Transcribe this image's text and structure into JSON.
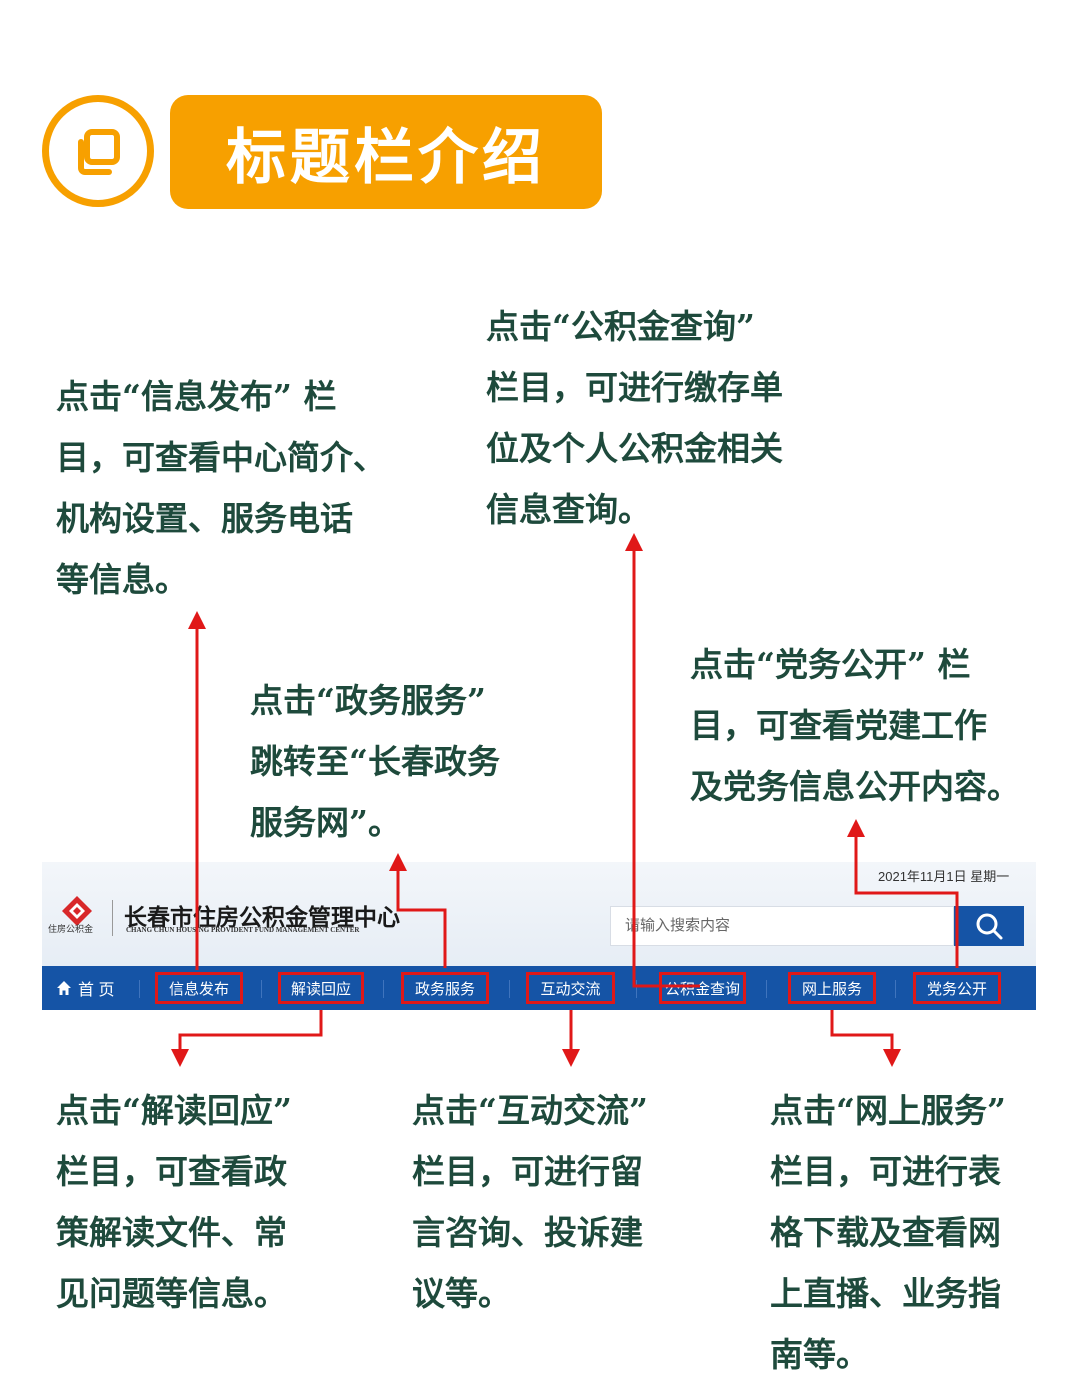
{
  "header": {
    "title": "标题栏介绍",
    "icon": "copy-icon",
    "accent_color": "#f7a000"
  },
  "annotations": {
    "info_release": "点击“信息发布” 栏\n目，可查看中心简介、\n机构设置、服务电话\n等信息。",
    "fund_query": "点击“公积金查询”\n栏目，可进行缴存单\n位及个人公积金相关\n信息查询。",
    "gov_service": "点击“政务服务”\n跳转至“长春政务\n服务网”。",
    "party_affairs": "点击“党务公开” 栏\n目，可查看党建工作\n及党务信息公开内容。",
    "interpret": "点击“解读回应”\n栏目，可查看政\n策解读文件、常\n见问题等信息。",
    "interaction": "点击“互动交流”\n栏目，可进行留\n言咨询、投诉建\n议等。",
    "online_service": "点击“网上服务”\n栏目，可进行表\n格下载及查看网\n上直播、业务指\n南等。"
  },
  "site": {
    "date": "2021年11月1日 星期一",
    "logo_small_text": "住房公积金",
    "org_name": "长春市住房公积金管理中心",
    "org_name_en": "CHANG CHUN HOUSING PROVIDENT FUND MANAGEMENT CENTER",
    "search_placeholder": "请输入搜索内容",
    "nav": {
      "home": "首 页",
      "items": [
        "信息发布",
        "解读回应",
        "政务服务",
        "互动交流",
        "公积金查询",
        "网上服务",
        "党务公开"
      ]
    },
    "nav_color": "#1554a6",
    "highlight_color": "#e01818"
  }
}
